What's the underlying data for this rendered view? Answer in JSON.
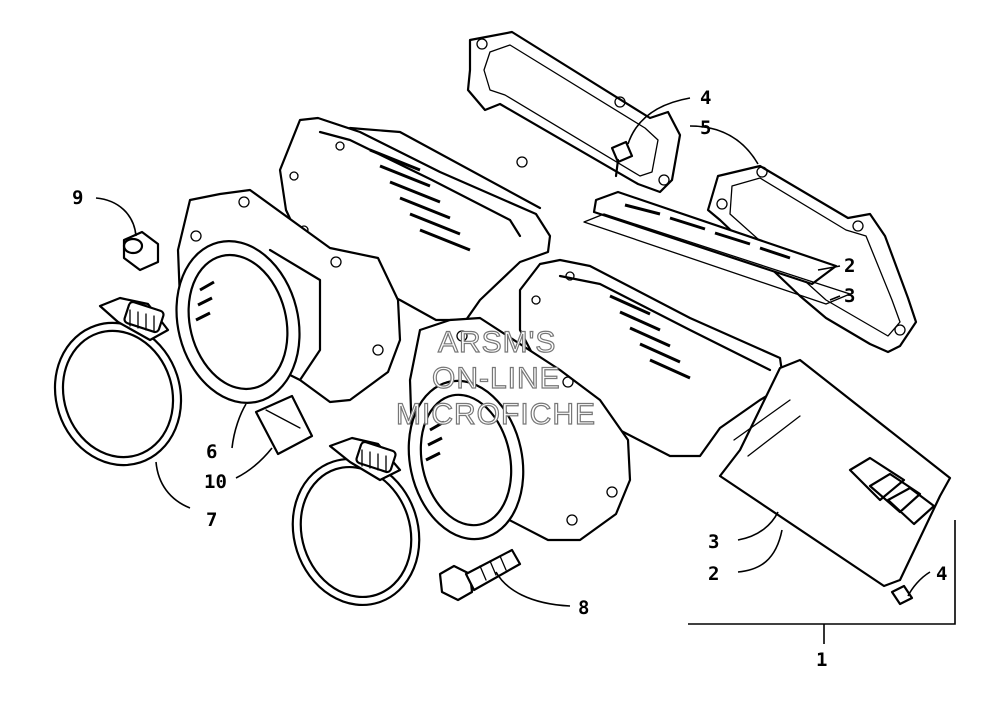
{
  "watermark": [
    "ARSM'S",
    "ON-LINE",
    "MICROFICHE"
  ],
  "callouts": {
    "c1": "1",
    "c2a": "2",
    "c2b": "2",
    "c3a": "3",
    "c3b": "3",
    "c4a": "4",
    "c4b": "4",
    "c5": "5",
    "c6": "6",
    "c7": "7",
    "c8": "8",
    "c9": "9",
    "c10": "10"
  }
}
